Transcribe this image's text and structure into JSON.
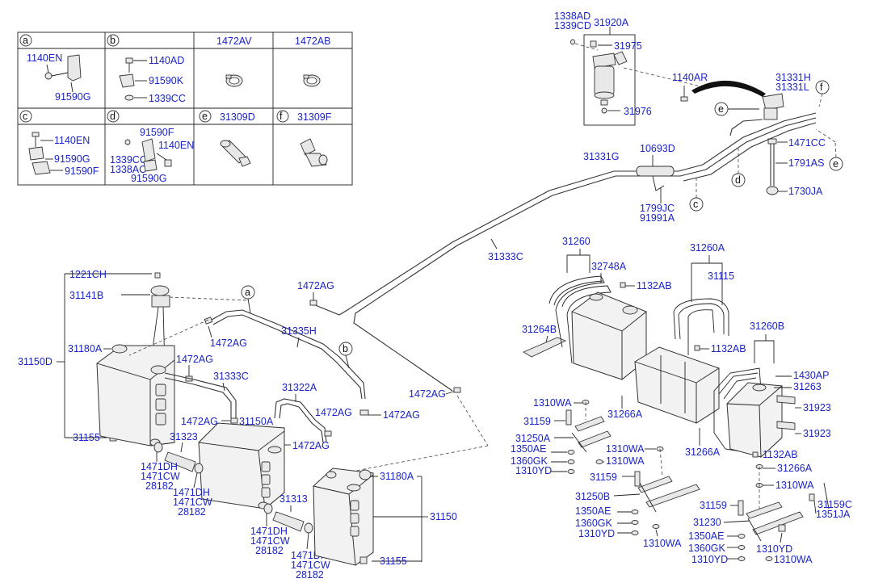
{
  "legend_table": {
    "header": [
      "a",
      "b",
      "1472AV",
      "1472AB"
    ],
    "row2_header": [
      "c",
      "d",
      "e",
      "f"
    ],
    "cell_a": [
      "1140EN",
      "91590G"
    ],
    "cell_b": [
      "1140AD",
      "91590K",
      "1339CC"
    ],
    "cell_c": [
      "1140EN",
      "91590G",
      "91590F"
    ],
    "cell_d": [
      "91590F",
      "1140EN",
      "1339CC",
      "1338AC",
      "91590G"
    ],
    "cell_e": "31309D",
    "cell_f": "31309F"
  },
  "labels": {
    "l1338AD": "1338AD",
    "l1339CD": "1339CD",
    "l31920A": "31920A",
    "l31975": "31975",
    "l31976": "31976",
    "l1140AR": "1140AR",
    "l31331H": "31331H",
    "l31331L": "31331L",
    "l1471CC": "1471CC",
    "l1791AS": "1791AS",
    "l1730JA": "1730JA",
    "l31331G": "31331G",
    "l10693D": "10693D",
    "l1799JC": "1799JC",
    "l91991A": "91991A",
    "l31333C_top": "31333C",
    "l1221CH": "1221CH",
    "l31141B": "31141B",
    "l1472AG_1": "1472AG",
    "l1472AG_2": "1472AG",
    "l1472AG_3": "1472AG",
    "l1472AG_4": "1472AG",
    "l1472AG_5": "1472AG",
    "l1472AG_6": "1472AG",
    "l1472AG_7": "1472AG",
    "l31335H": "31335H",
    "l31180A_1": "31180A",
    "l31180A_2": "31180A",
    "l31150D": "31150D",
    "l31333C": "31333C",
    "l31322A": "31322A",
    "l31150A": "31150A",
    "l31155_1": "31155",
    "l31155_2": "31155",
    "l31323": "31323",
    "l1471DH_1": "1471DH",
    "l1471CW_1": "1471CW",
    "l28182_1": "28182",
    "l1471DH_2": "1471DH",
    "l1471CW_2": "1471CW",
    "l28182_2": "28182",
    "l1471DH_3": "1471DH",
    "l1471CW_3": "1471CW",
    "l28182_3": "28182",
    "l1471DH_4": "1471DH",
    "l1471CW_4": "1471CW",
    "l28182_4": "28182",
    "l31313": "31313",
    "l31150": "31150",
    "l31260": "31260",
    "l32748A": "32748A",
    "l1132AB_1": "1132AB",
    "l31264B": "31264B",
    "l31260A": "31260A",
    "l31115": "31115",
    "l1132AB_2": "1132AB",
    "l31260B": "31260B",
    "l1430AP": "1430AP",
    "l31263": "31263",
    "l31923_1": "31923",
    "l31923_2": "31923",
    "l1310WA_1": "1310WA",
    "l31159_1": "31159",
    "l31266A_1": "31266A",
    "l31250A": "31250A",
    "l1350AE_1": "1350AE",
    "l1360GK_1": "1360GK",
    "l1310YD_1": "1310YD",
    "l1310WA_2": "1310WA",
    "l1310WA_3": "1310WA",
    "l31266A_2": "31266A",
    "l1132AB_3": "1132AB",
    "l31266A_3": "31266A",
    "l31159_2": "31159",
    "l1310WA_4": "1310WA",
    "l31250B": "31250B",
    "l1350AE_2": "1350AE",
    "l1360GK_2": "1360GK",
    "l1310YD_2": "1310YD",
    "l1310WA_5": "1310WA",
    "l31159_3": "31159",
    "l31159C": "31159C",
    "l1351JA": "1351JA",
    "l31230": "31230",
    "l1350AE_3": "1350AE",
    "l1360GK_3": "1360GK",
    "l1310YD_3": "1310YD",
    "l1310WA_6": "1310WA"
  },
  "callouts": {
    "a": "a",
    "b": "b",
    "c": "c",
    "d": "d",
    "e1": "e",
    "e2": "e",
    "f": "f"
  }
}
